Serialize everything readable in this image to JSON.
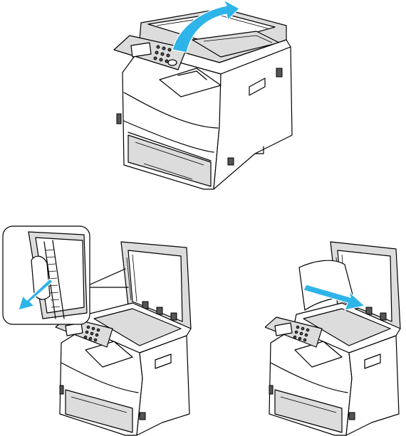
{
  "figures": [
    {
      "step": "raise-document-feeder",
      "arrow_color": "#2eb4e8"
    },
    {
      "step": "clean-feeder-glass-strip",
      "arrow_color": "#2eb4e8"
    },
    {
      "step": "clean-under-lid-pad",
      "arrow_color": "#2eb4e8"
    }
  ],
  "icons": [
    "printer-icon",
    "arrow-icon",
    "cloth-icon",
    "magnifier-callout-icon"
  ]
}
